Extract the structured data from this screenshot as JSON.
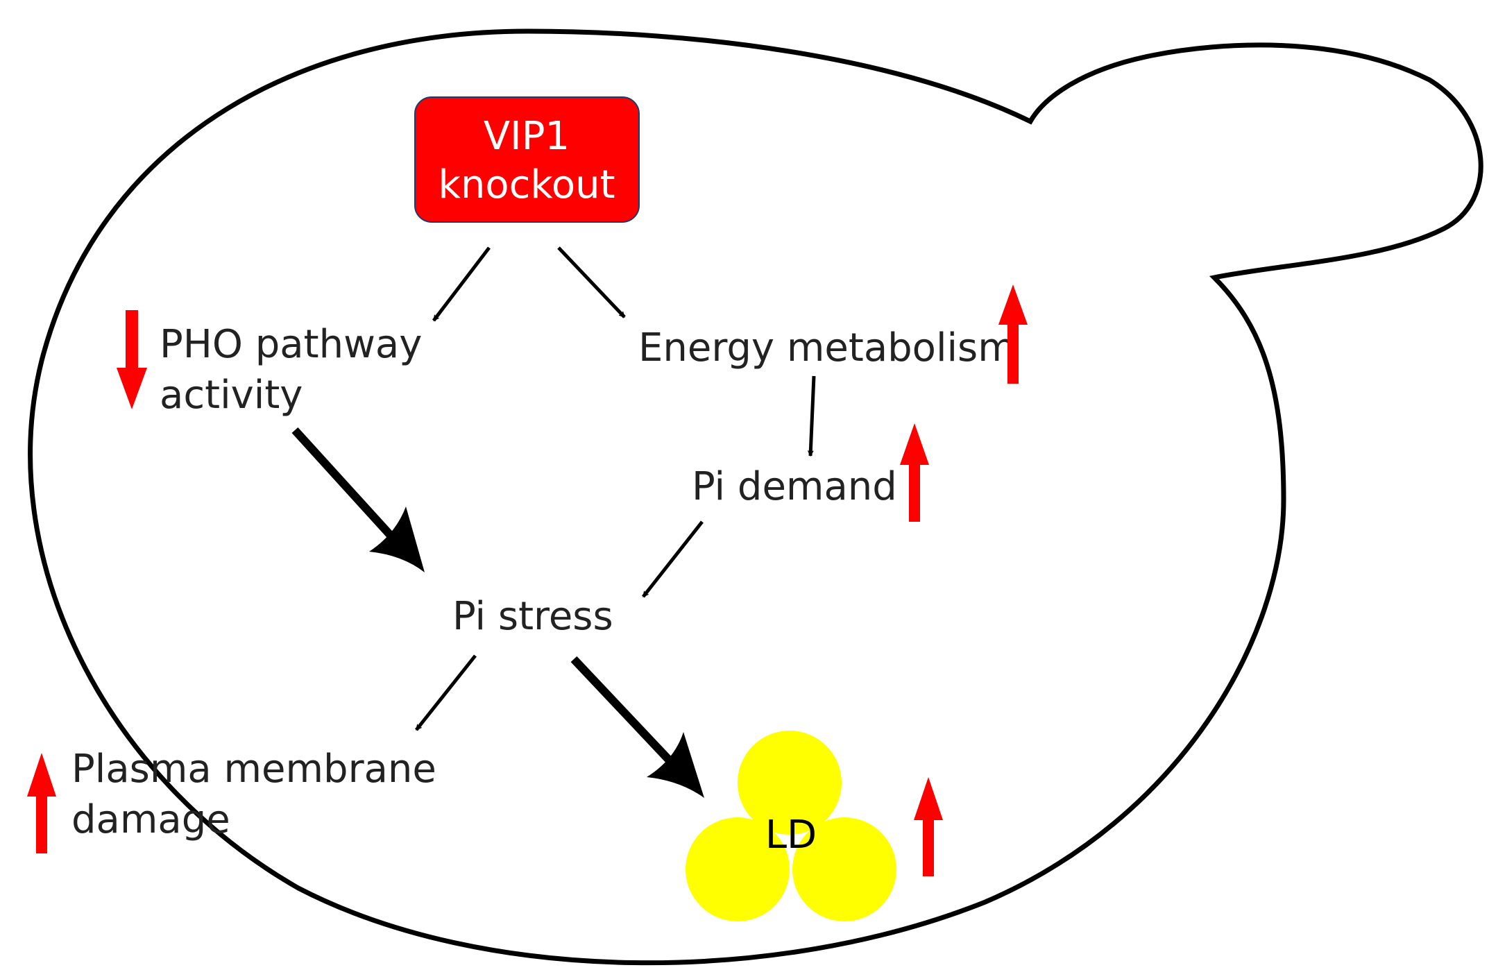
{
  "diagram": {
    "knockout_line1": "VIP1",
    "knockout_line2": "knockout",
    "pho_line1": "PHO pathway",
    "pho_line2": "activity",
    "energy": "Energy metabolism",
    "pi_demand": "Pi demand",
    "pi_stress": "Pi stress",
    "plasma_line1": "Plasma membrane",
    "plasma_line2": "damage",
    "ld": "LD"
  },
  "colors": {
    "knockout_box": "#ff0000",
    "indicator_arrow": "#ff0000",
    "lipid_droplet": "#ffff00",
    "cell_outline": "#000000",
    "flow_arrow": "#000000"
  },
  "indicators": {
    "pho_pathway": "down",
    "energy_metabolism": "up",
    "pi_demand": "up",
    "plasma_membrane_damage": "up",
    "ld": "up"
  }
}
